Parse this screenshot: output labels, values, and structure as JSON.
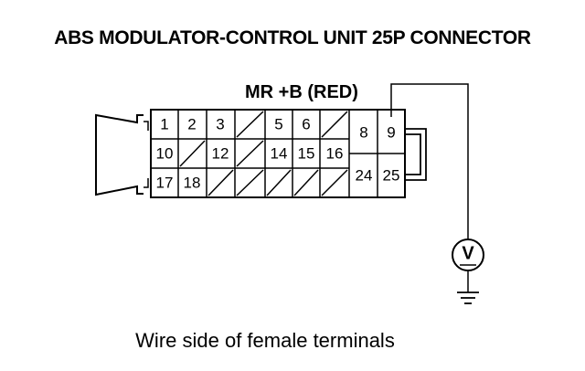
{
  "title": "ABS MODULATOR-CONTROL UNIT 25P CONNECTOR",
  "wire_label": "MR +B (RED)",
  "caption": "Wire side of female terminals",
  "voltmeter_symbol": "V",
  "terminals": {
    "t1": "1",
    "t2": "2",
    "t3": "3",
    "t5": "5",
    "t6": "6",
    "t8": "8",
    "t9": "9",
    "t10": "10",
    "t12": "12",
    "t14": "14",
    "t15": "15",
    "t16": "16",
    "t17": "17",
    "t18": "18",
    "t24": "24",
    "t25": "25"
  }
}
